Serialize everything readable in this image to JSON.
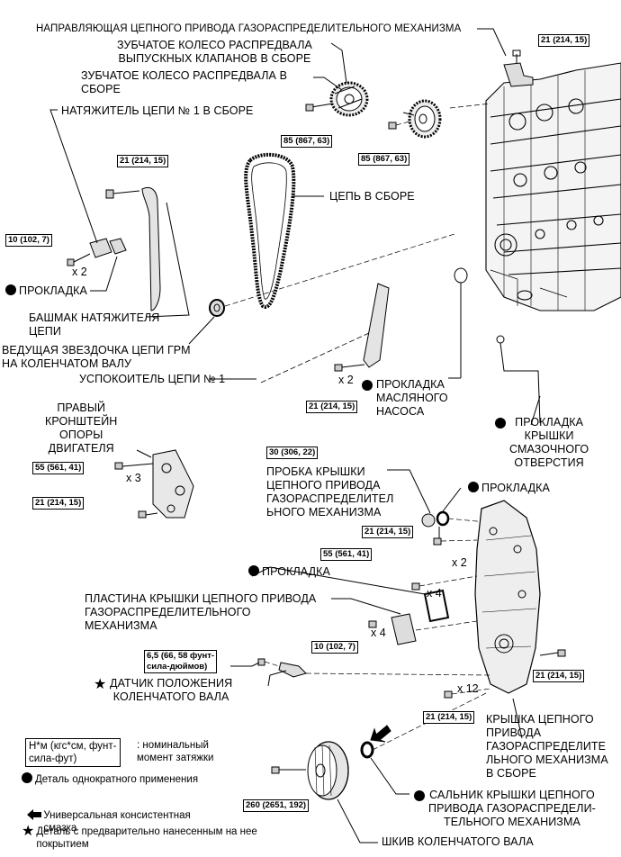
{
  "labels": {
    "guide": "НАПРАВЛЯЮЩАЯ ЦЕПНОГО ПРИВОДА ГАЗОРАСПРЕДЕЛИТЕЛЬНОГО МЕХАНИЗМА",
    "exhaust_sprocket": "ЗУБЧАТОЕ КОЛЕСО РАСПРЕДВАЛА\nВЫПУСКНЫХ КЛАПАНОВ В СБОРЕ",
    "cam_sprocket": "ЗУБЧАТОЕ КОЛЕСО РАСПРЕДВАЛА В\nСБОРЕ",
    "tensioner": "НАТЯЖИТЕЛЬ ЦЕПИ № 1 В СБОРЕ",
    "chain": "ЦЕПЬ В СБОРЕ",
    "gasket_1": "ПРОКЛАДКА",
    "tensioner_slipper": "БАШМАК НАТЯЖИТЕЛЯ\nЦЕПИ",
    "crank_sprocket": "ВЕДУЩАЯ ЗВЕЗДОЧКА ЦЕПИ ГРМ\nНА КОЛЕНЧАТОМ ВАЛУ",
    "damper": "УСПОКОИТЕЛЬ ЦЕПИ № 1",
    "oil_pump_gasket": "ПРОКЛАДКА\nМАСЛЯНОГО\nНАСОСА",
    "oil_hole_gasket": "ПРОКЛАДКА\nКРЫШКИ\nСМАЗОЧНОГО\nОТВЕРСТИЯ",
    "mount_bracket": "ПРАВЫЙ\nКРОНШТЕЙН\nОПОРЫ\nДВИГАТЕЛЯ",
    "plug": "ПРОБКА КРЫШКИ\nЦЕПНОГО ПРИВОДА\nГАЗОРАСПРЕДЕЛИТЕЛ\nЬНОГО МЕХАНИЗМА",
    "gasket_2": "ПРОКЛАДКА",
    "gasket_3": "ПРОКЛАДКА",
    "cover_plate": "ПЛАСТИНА КРЫШКИ ЦЕПНОГО ПРИВОДА\nГАЗОРАСПРЕДЕЛИТЕЛЬНОГО\nМЕХАНИЗМА",
    "crank_sensor": "ДАТЧИК ПОЛОЖЕНИЯ\nКОЛЕНЧАТОГО ВАЛА",
    "chain_cover": "КРЫШКА ЦЕПНОГО\nПРИВОДА\nГАЗОРАСПРЕДЕЛИТЕ\nЛЬНОГО МЕХАНИЗМА\nВ СБОРЕ",
    "oil_seal": "САЛЬНИК КРЫШКИ ЦЕПНОГО\nПРИВОДА ГАЗОРАСПРЕДЕЛИ-\nТЕЛЬНОГО МЕХАНИЗМА",
    "pulley": "ШКИВ КОЛЕНЧАТОГО ВАЛА"
  },
  "torques": {
    "t_guide": "21 (214, 15)",
    "t_exh": "85 (867, 63)",
    "t_cam": "85 (867, 63)",
    "t_tens_top": "21 (214, 15)",
    "t_tens": "10 (102, 7)",
    "t_damper": "21 (214, 15)",
    "t_plug": "30 (306, 22)",
    "t_bracket1": "55 (561, 41)",
    "t_bracket2": "21 (214, 15)",
    "t_cover1": "21 (214, 15)",
    "t_cover2": "55 (561, 41)",
    "t_plate": "10 (102, 7)",
    "t_sensor": "6,5 (66, 58 фунт-\nсила-дюймов)",
    "t_cover3": "21 (214, 15)",
    "t_cover4": "21 (214, 15)",
    "t_pulley": "260 (2651, 192)"
  },
  "counts": {
    "c_tens": "x 2",
    "c_damper": "x 2",
    "c_bracket": "x 3",
    "c_cover1": "x 2",
    "c_cover2": "x 4",
    "c_plate": "x 4",
    "c_cover4": "x 12"
  },
  "legend": {
    "unit": "Н*м (кгс*см, фунт-\nсила-фут)",
    "unit_desc": ": номинальный\nмомент затяжки",
    "single_use": "Деталь однократного применения",
    "grease": "Универсальная консистентная\nсмазка",
    "precoated": "Деталь с предварительно нанесенным на нее\nпокрытием"
  },
  "icons": {
    "dot": "filled-circle-icon",
    "star": "star-icon",
    "arrow": "arrow-left-icon"
  }
}
